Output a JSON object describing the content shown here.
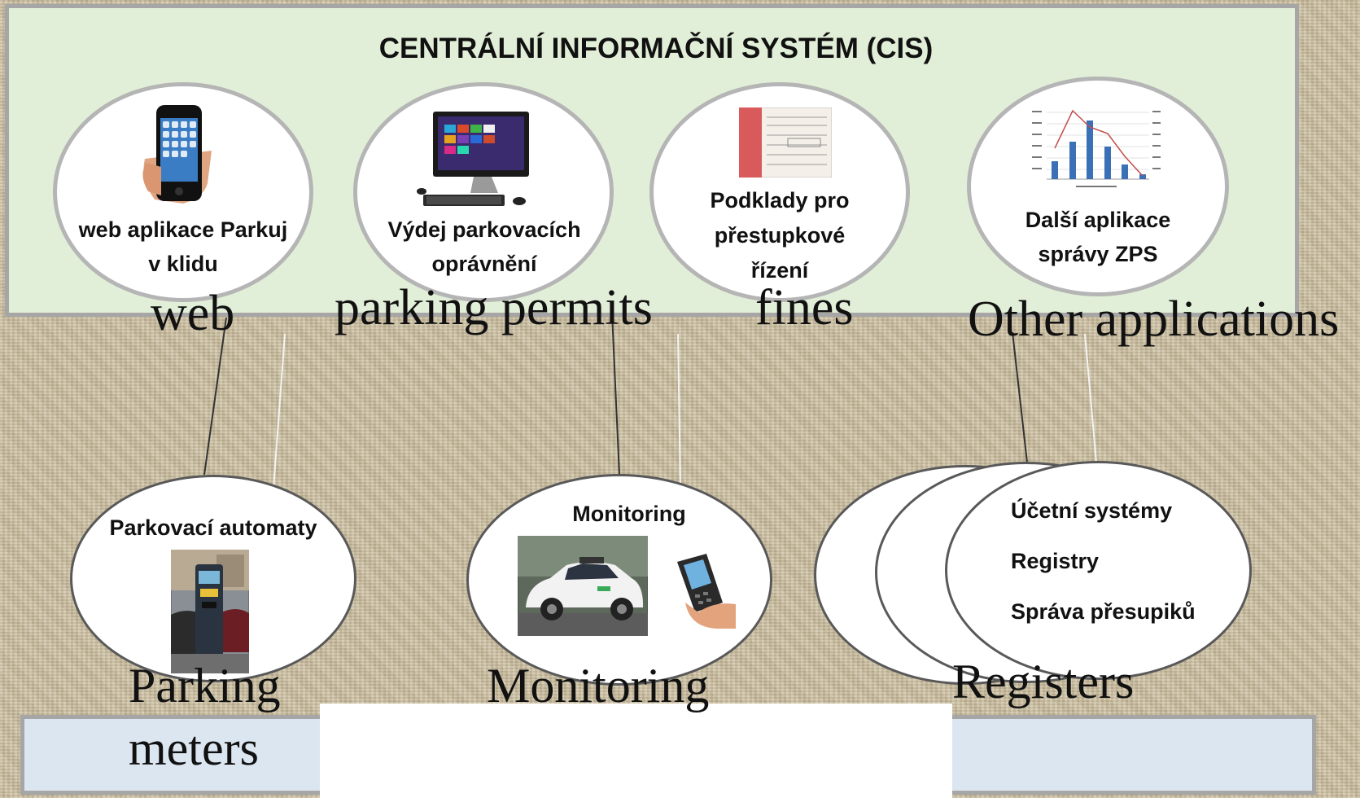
{
  "cis": {
    "title": "CENTRÁLNÍ INFORMAČNÍ SYSTÉM (CIS)",
    "apps": [
      {
        "line1": "web aplikace Parkuj",
        "line2": "v klidu",
        "caption": "web",
        "icon": "smartphone-icon"
      },
      {
        "line1": "Výdej  parkovacích",
        "line2": "oprávnění",
        "caption": "parking permits",
        "icon": "desktop-computer-icon"
      },
      {
        "line1": "Podklady pro",
        "line2": "přestupkové",
        "line3": "řízení",
        "caption": "fines",
        "icon": "document-form-icon"
      },
      {
        "line1": "Další aplikace",
        "line2": "správy  ZPS",
        "caption": "Other applications",
        "icon": "bar-chart-icon"
      }
    ]
  },
  "modules": {
    "meters": {
      "title": "Parkovací automaty",
      "caption_line1": "Parking",
      "caption_line2": "meters",
      "icon": "parking-meter-photo"
    },
    "monitoring": {
      "title": "Monitoring",
      "caption": "Monitoring",
      "icons": [
        "car-photo",
        "handheld-terminal-photo"
      ]
    },
    "registers": {
      "items": [
        "Účetní systémy",
        "Registry",
        "Správa přesupiků"
      ],
      "caption": "Registers"
    }
  },
  "colors": {
    "cis_background": "#e2efd8",
    "bottom_bar": "#dce6f1",
    "border_gray": "#a6a6a6",
    "background": "#cfc2a2"
  }
}
